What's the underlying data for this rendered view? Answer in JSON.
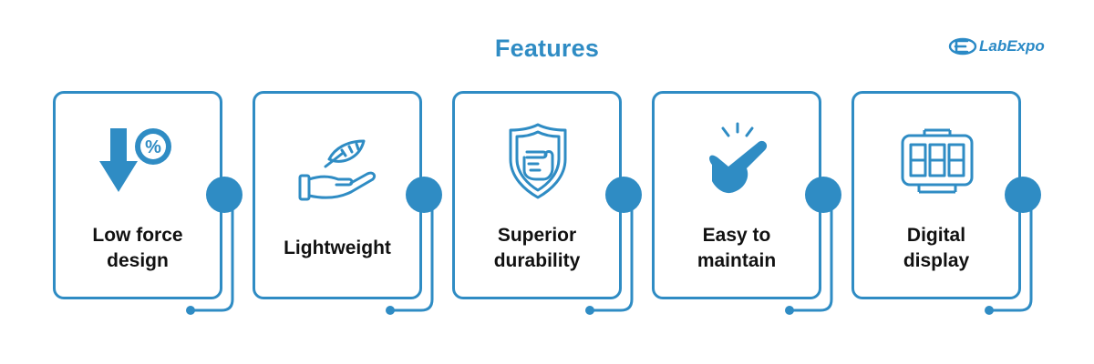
{
  "header": {
    "title": "Features"
  },
  "logo": {
    "text": "LabExpo"
  },
  "features": [
    {
      "label": "Low force\ndesign",
      "icon": "arrow-down-percent-icon"
    },
    {
      "label": "Lightweight",
      "icon": "feather-hand-icon"
    },
    {
      "label": "Superior\ndurability",
      "icon": "shield-fist-icon"
    },
    {
      "label": "Easy to\nmaintain",
      "icon": "snap-fingers-icon"
    },
    {
      "label": "Digital\ndisplay",
      "icon": "digital-display-icon"
    }
  ],
  "colors": {
    "accent": "#2f8cc4",
    "text": "#111111",
    "background": "#ffffff"
  }
}
